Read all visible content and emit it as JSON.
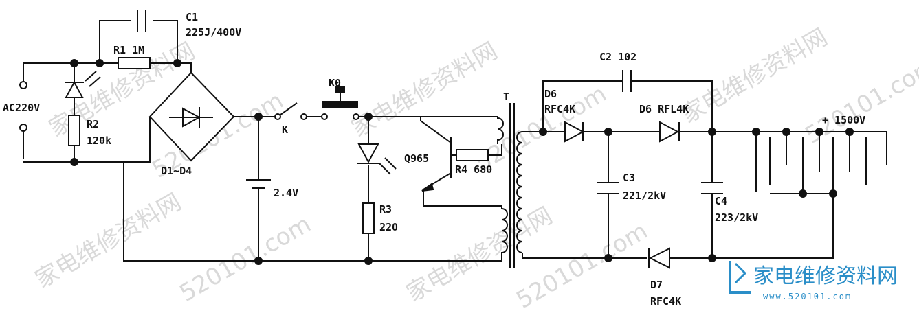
{
  "labels": {
    "c1": "C1",
    "c1_value": "225J/400V",
    "r1": "R1  1M",
    "ac_input": "AC220V",
    "r2": "R2",
    "r2_value": "120k",
    "bridge": "D1~D4",
    "switch_k": "K",
    "switch_k0": "K0",
    "battery": "2.4V",
    "q965": "Q965",
    "r4": "R4  680",
    "r3": "R3",
    "r3_value": "220",
    "transformer": "T",
    "c2": "C2   102",
    "d6a": "D6",
    "d6a_value": "RFC4K",
    "d6b": "D6  RFL4K",
    "c3": "C3",
    "c3_value": "221/2kV",
    "c4": "C4",
    "c4_value": "223/2kV",
    "d7": "D7",
    "d7_value": "RFC4K",
    "output": "+  1500V"
  },
  "watermark": {
    "text_cn": "家电维修资料网",
    "text_com": "520101.com"
  },
  "logo": {
    "text_cn": "家电维修资料网",
    "text_url": "www.520101.com",
    "color": "#2a8ec8"
  }
}
